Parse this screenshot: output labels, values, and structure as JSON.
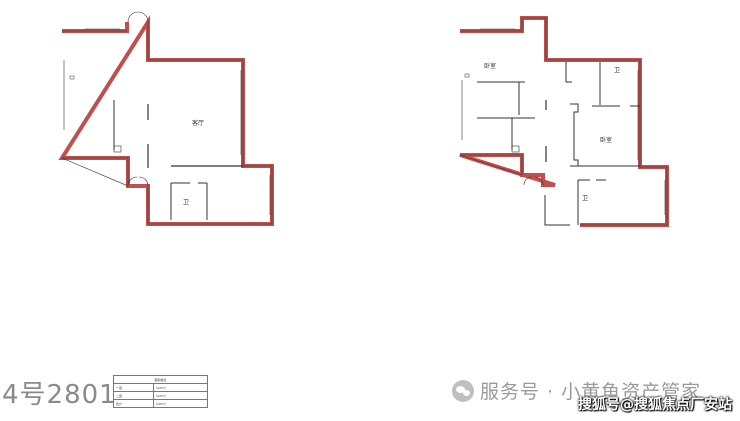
{
  "floor_plan": {
    "unit_label": "4号2801",
    "rooms": {
      "living_room": "客厅",
      "bath_lower": "卫",
      "bedroom_upper": "卧室",
      "bath_upper": "卫",
      "bedroom_right": "卧室",
      "bath_upper_lower": "卫"
    },
    "area_table": {
      "header": "面积信息",
      "rows": [
        {
          "name": "一层",
          "value": "120m²"
        },
        {
          "name": "二层",
          "value": "120m²"
        },
        {
          "name": "合计",
          "value": "240m²"
        }
      ]
    }
  },
  "watermark": {
    "text": "服务号 · 小黄鱼资产管家",
    "icon": "wechat-icon"
  },
  "source_tag": "搜狐号@搜狐焦点厂安站",
  "colors": {
    "wall": "#c0504d",
    "line": "#333333"
  }
}
